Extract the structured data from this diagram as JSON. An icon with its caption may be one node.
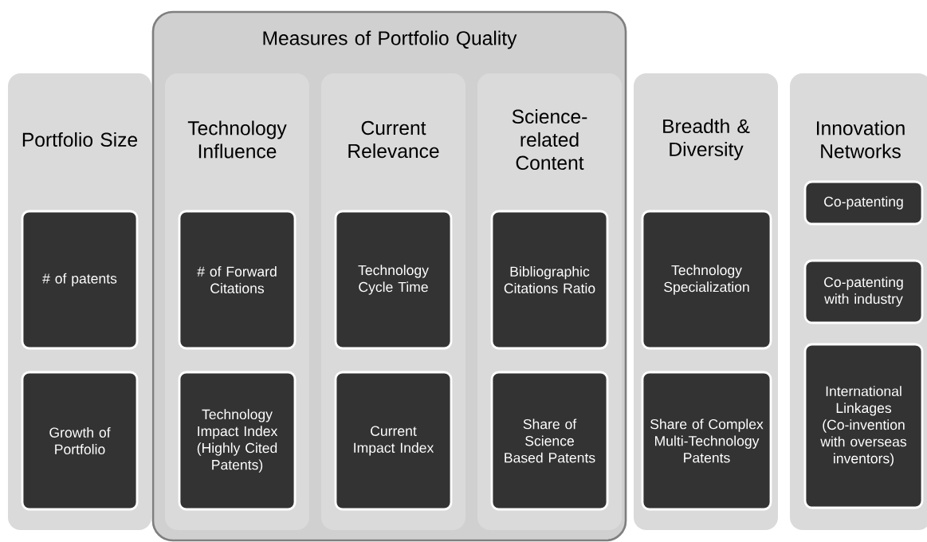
{
  "diagram": {
    "nodes": [
      {
        "text": [
          "Measures of Portfolio Quality"
        ]
      },
      {
        "text": [
          "Portfolio Size"
        ]
      },
      {
        "text": [
          "# of patents"
        ],
        "in": 1
      },
      {
        "text": [
          "Growth of Portfolio"
        ],
        "in": 1
      },
      {
        "text": [
          "Technology Influence"
        ],
        "in": 0
      },
      {
        "text": [
          "# of Forward Citations"
        ],
        "in": 4
      },
      {
        "text": [
          "Technology Impact Index (Highly Cited Patents)"
        ],
        "in": 4
      },
      {
        "text": [
          "Current Relevance"
        ],
        "in": 0
      },
      {
        "text": [
          "Technology Cycle Time"
        ],
        "in": 7
      },
      {
        "text": [
          "Current Impact Index"
        ],
        "in": 7
      },
      {
        "text": [
          "Science-related Content"
        ],
        "in": 0
      },
      {
        "text": [
          "Bibliographic Citations Ratio"
        ],
        "in": 10
      },
      {
        "text": [
          "Share of Science Based Patents"
        ],
        "in": 10
      },
      {
        "text": [
          "Breadth & Diversity"
        ]
      },
      {
        "text": [
          "Technology Specialization"
        ],
        "in": 13
      },
      {
        "text": [
          "Share of Complex Multi-Technology Patents"
        ],
        "in": 13
      },
      {
        "text": [
          "Innovation Networks"
        ]
      },
      {
        "text": [
          "Co-patenting"
        ],
        "in": 16
      },
      {
        "text": [
          "Co-patenting with industry"
        ],
        "in": 16
      },
      {
        "text": [
          "International Linkages (Co-invention with overseas inventors)"
        ],
        "in": 16
      }
    ]
  }
}
